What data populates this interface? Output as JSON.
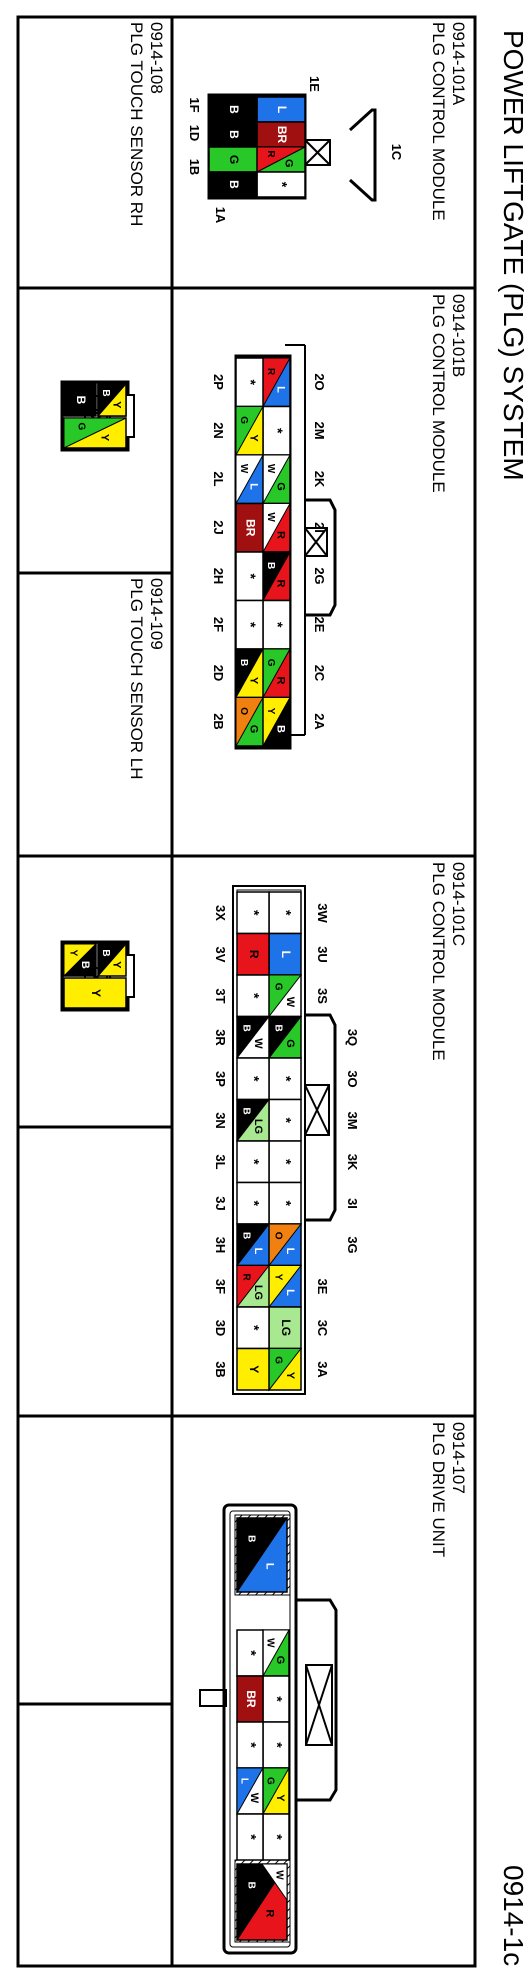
{
  "header": {
    "title": "POWER LIFTGATE (PLG) SYSTEM",
    "page_id": "0914-1c"
  },
  "connectors": {
    "c101a": {
      "code": "0914-101A",
      "name": "PLG CONTROL MODULE",
      "pins": [
        "1E",
        "1C",
        "1A",
        "1F",
        "1D",
        "1B"
      ],
      "cells": [
        "L",
        "BR",
        "G",
        "B",
        "B",
        "G",
        "R",
        "B"
      ]
    },
    "c101b": {
      "code": "0914-101B",
      "name": "PLG CONTROL MODULE",
      "pins_top": [
        "2O",
        "2M",
        "2K",
        "2I",
        "2G",
        "2E",
        "2C",
        "2A"
      ],
      "pins_bottom": [
        "2P",
        "2N",
        "2L",
        "2J",
        "2H",
        "2F",
        "2D",
        "2B"
      ],
      "row_top": [
        {
          "a": "L",
          "b": "R"
        },
        {
          "a": "*"
        },
        {
          "a": "G",
          "b": "W"
        },
        {
          "a": "R",
          "b": "W"
        },
        {
          "a": "R",
          "b": "B"
        },
        {
          "a": "*"
        },
        {
          "a": "R",
          "b": "G"
        },
        {
          "a": "B",
          "b": "Y"
        }
      ],
      "row_bottom": [
        {
          "a": "*"
        },
        {
          "a": "Y",
          "b": "G"
        },
        {
          "a": "L",
          "b": "W"
        },
        {
          "a": "BR"
        },
        {
          "a": "*"
        },
        {
          "a": "*"
        },
        {
          "a": "Y",
          "b": "B"
        },
        {
          "a": "G",
          "b": "O"
        }
      ]
    },
    "c101c": {
      "code": "0914-101C",
      "name": "PLG CONTROL MODULE",
      "pins_top": [
        "3W",
        "3U",
        "3S",
        "3Q",
        "3O",
        "3M",
        "3K",
        "3I",
        "3G",
        "3E",
        "3C",
        "3A"
      ],
      "pins_bottom": [
        "3X",
        "3V",
        "3T",
        "3R",
        "3P",
        "3N",
        "3L",
        "3J",
        "3H",
        "3F",
        "3D",
        "3B"
      ],
      "row_top": [
        {
          "a": "*"
        },
        {
          "a": "L"
        },
        {
          "a": "W",
          "b": "G"
        },
        {
          "a": "G",
          "b": "B"
        },
        {
          "a": "*"
        },
        {
          "a": "*"
        },
        {
          "a": "*"
        },
        {
          "a": "L",
          "b": "O"
        },
        {
          "a": "L",
          "b": "Y"
        },
        {
          "a": "LG"
        },
        {
          "a": "Y",
          "b": "G"
        }
      ],
      "row_bottom": [
        {
          "a": "*"
        },
        {
          "a": "R"
        },
        {
          "a": "*"
        },
        {
          "a": "W",
          "b": "B"
        },
        {
          "a": "*"
        },
        {
          "a": "LG",
          "b": "B"
        },
        {
          "a": "*"
        },
        {
          "a": "*"
        },
        {
          "a": "L",
          "b": "B"
        },
        {
          "a": "LG",
          "b": "R"
        },
        {
          "a": "*"
        },
        {
          "a": "Y"
        }
      ]
    },
    "c107": {
      "code": "0914-107",
      "name": "PLG DRIVE UNIT",
      "big_top": {
        "a": "L",
        "b": "B"
      },
      "big_bottom": {
        "a": "R",
        "b": "W",
        "c": "B"
      },
      "mid_left": [
        "*",
        "BR",
        "*",
        "W",
        "*"
      ],
      "mid_right": [
        "G",
        "*",
        "*",
        "Y",
        "*"
      ],
      "mid_right_stripes": [
        "W",
        "",
        "",
        "G",
        ""
      ],
      "mid_left_stripes": [
        "",
        "",
        "",
        "L",
        ""
      ]
    },
    "c108": {
      "code": "0914-108",
      "name": "PLG TOUCH SENSOR RH",
      "cells": [
        "Y",
        "B",
        "Y",
        "G"
      ]
    },
    "c109": {
      "code": "0914-109",
      "name": "PLG TOUCH SENSOR LH",
      "cells": [
        "Y",
        "B",
        "Y"
      ]
    }
  },
  "colors": {
    "L": "#1e73e8",
    "R": "#e8141c",
    "G": "#28c828",
    "Y": "#ffee00",
    "B": "#000000",
    "BR": "#a01010",
    "W": "#ffffff",
    "O": "#f08010",
    "LG": "#a8e890"
  }
}
